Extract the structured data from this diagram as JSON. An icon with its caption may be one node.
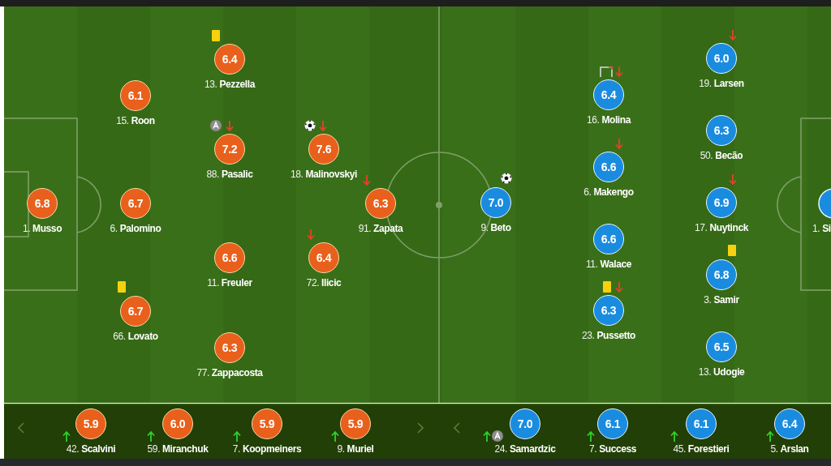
{
  "diagram": {
    "nodes": [
      {
        "text": [
          "6.8",
          "1. **Musso**"
        ]
      },
      {
        "text": [
          "6.1",
          "15. **Roon**"
        ]
      },
      {
        "text": [
          "6.7",
          "6. **Palomino**"
        ]
      },
      {
        "text": [
          "6.7",
          "66. **Lovato**"
        ]
      },
      {
        "text": [
          "6.4",
          "13. **Pezzella**"
        ]
      },
      {
        "text": [
          "7.2",
          "88. **Pasalic**"
        ]
      },
      {
        "text": [
          "6.6",
          "11. **Freuler**"
        ]
      },
      {
        "text": [
          "6.3",
          "77. **Zappacosta**"
        ]
      },
      {
        "text": [
          "7.6",
          "18. **Malinovskyi**"
        ]
      },
      {
        "text": [
          "6.4",
          "72. **Ilicic**"
        ]
      },
      {
        "text": [
          "6.3",
          "91. **Zapata**"
        ]
      },
      {
        "text": [
          "7.0",
          "9. **Beto**"
        ]
      },
      {
        "text": [
          "6.4",
          "16. **Molina**"
        ]
      },
      {
        "text": [
          "6.6",
          "6. **Makengo**"
        ]
      },
      {
        "text": [
          "6.6",
          "11. **Walace**"
        ]
      },
      {
        "text": [
          "6.3",
          "23. **Pussetto**"
        ]
      },
      {
        "text": [
          "6.0",
          "19. **Larsen**"
        ]
      },
      {
        "text": [
          "6.3",
          "50. **Becão**"
        ]
      },
      {
        "text": [
          "6.9",
          "17. **Nuytinck**"
        ]
      },
      {
        "text": [
          "6.8",
          "3. **Samir**"
        ]
      },
      {
        "text": [
          "6.5",
          "13. **Udogie**"
        ]
      },
      {
        "text": [],
        "shape": "circle",
        "beside": [
          "1. **Si**"
        ]
      },
      {
        "text": [
          "5.9",
          "42. **Scalvini**"
        ]
      },
      {
        "text": [
          "6.0",
          "59. **Miranchuk**"
        ]
      },
      {
        "text": [
          "5.9",
          "7. **Koopmeiners**"
        ]
      },
      {
        "text": [
          "5.9",
          "9. **Muriel**"
        ]
      },
      {
        "text": [
          "7.0",
          "24. **Samardzic**"
        ]
      },
      {
        "text": [
          "6.1",
          "7. **Success**"
        ]
      },
      {
        "text": [
          "6.1",
          "45. **Forestieri**"
        ]
      },
      {
        "text": [
          "6.4",
          "5. **Arslan**"
        ]
      }
    ]
  }
}
